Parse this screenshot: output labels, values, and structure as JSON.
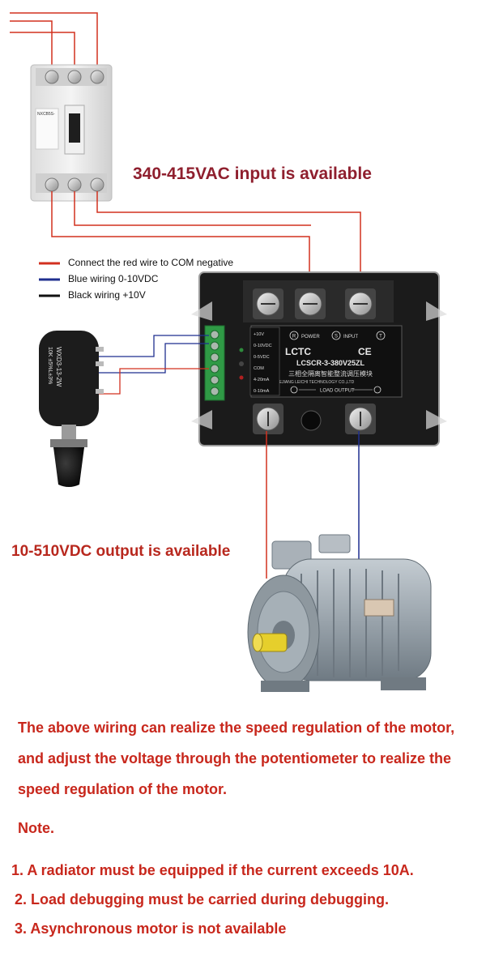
{
  "input_label": "340-415VAC input is available",
  "output_label": "10-510VDC output is available",
  "legend": [
    {
      "label": "Connect the red wire to COM negative",
      "color": "#d2301f"
    },
    {
      "label": "Blue wiring 0-10VDC",
      "color": "#1f2f8f"
    },
    {
      "label": "Black wiring +10V",
      "color": "#111111"
    }
  ],
  "module": {
    "brand": "LCTC",
    "model": "LCSCR-3-380V25ZL",
    "chinese_name": "三相全隔离智能整流调压模块",
    "manufacturer": "ZHEJIANG LEICHI TECHNOLOGY CO.,LTD",
    "ce_mark": "CE",
    "power_text": "POWER",
    "input_text": "INPUT",
    "load_output_text": "LOAD OUTPUT",
    "terminal_r": "R",
    "terminal_s": "S",
    "terminal_t": "T",
    "pin_labels": [
      "+10V",
      "0-10VDC",
      "0-5VDC",
      "COM",
      "4-20mA",
      "0-10mA"
    ]
  },
  "breaker": {
    "brand_text": "NXCB5S-"
  },
  "potentiometer": {
    "model_lines": [
      "WXD3-13-2W",
      "10K ±5%L±3%"
    ]
  },
  "description": "The above wiring can realize the speed regulation of the motor, and adjust the voltage through the potentiometer to realize the speed regulation of the motor.",
  "note_title": "Note.",
  "notes": [
    "1. A radiator must be equipped if the current exceeds 10A.",
    "2. Load debugging must be carried during debugging.",
    "3. Asynchronous motor is not available"
  ],
  "colors": {
    "wire_red": "#d2301f",
    "wire_blue": "#1f2f8f",
    "wire_black": "#111111",
    "text_red": "#c8271c",
    "text_maroon": "#8f1f2e"
  }
}
